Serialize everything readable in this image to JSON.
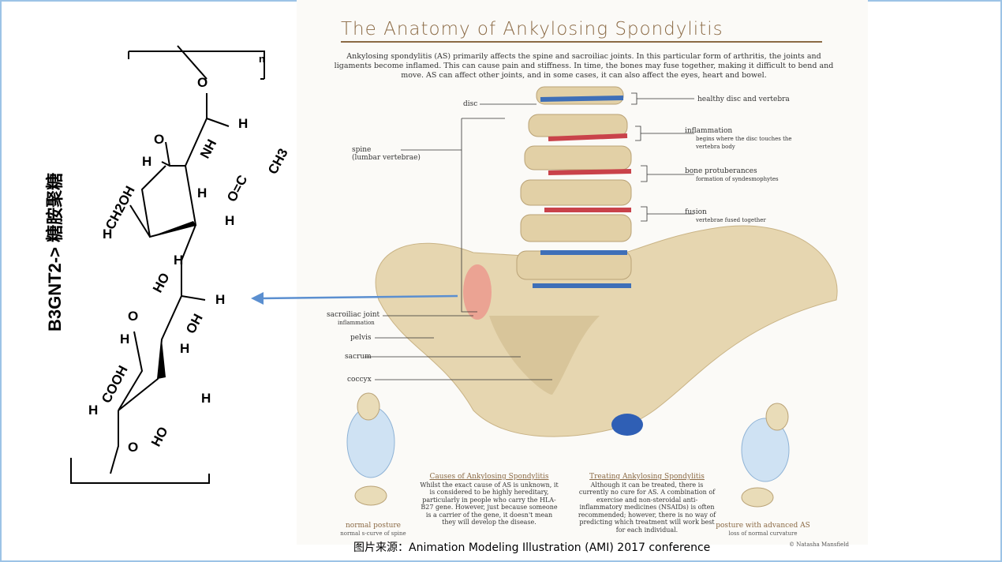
{
  "chem": {
    "labels": [
      "O",
      "n",
      "H",
      "NH",
      "O",
      "H",
      "CH3",
      "O=C",
      "CH2OH",
      "H",
      "H",
      "H",
      "H",
      "HO",
      "O",
      "H",
      "H",
      "OH",
      "H",
      "COOH",
      "H",
      "H",
      "HO",
      "O"
    ],
    "side_label": "B3GNT2-> 糖胺聚糖"
  },
  "poster": {
    "title": "The Anatomy of Ankylosing Spondylitis",
    "intro": "Ankylosing spondylitis (AS) primarily affects the spine and sacroiliac joints. In this particular form of arthritis, the joints and ligaments become inflamed. This can cause pain and stiffness. In time, the bones may fuse together, making it difficult to bend and move. AS can affect other joints, and in some cases, it can also affect the eyes, heart and bowel.",
    "left_labels": {
      "disc": "disc",
      "spine": "spine",
      "spine_sub": "(lumbar vertebrae)",
      "si": "sacroiliac joint",
      "si_sub": "inflammation",
      "pelvis": "pelvis",
      "sacrum": "sacrum",
      "coccyx": "coccyx"
    },
    "right_labels": [
      {
        "title": "healthy disc and vertebra",
        "sub": ""
      },
      {
        "title": "inflammation",
        "sub": "begins where the disc touches the vertebra body"
      },
      {
        "title": "bone protuberances",
        "sub": "formation of syndesmophytes"
      },
      {
        "title": "fusion",
        "sub": "vertebrae fused together"
      }
    ],
    "causes": {
      "title": "Causes of Ankylosing Spondylitis",
      "text": "Whilst the exact cause of AS is unknown, it is considered to be highly hereditary, particularly in people who carry the HLA-B27 gene. However, just because someone is a carrier of the gene, it doesn't mean they will develop the disease."
    },
    "treating": {
      "title": "Treating Ankylosing Spondylitis",
      "text": "Although it can be treated, there is currently no cure for AS. A combination of exercise and non-steroidal anti-inflammatory medicines (NSAIDs) is often recommended; however, there is no way of predicting which treatment will work best for each individual."
    },
    "normal": {
      "title": "normal posture",
      "sub": "normal s-curve of spine"
    },
    "advanced": {
      "title": "posture with advanced AS",
      "sub": "loss of normal curvature"
    },
    "copyright": "© Natasha Mansfield"
  },
  "caption": "图片来源：Animation Modeling Illustration (AMI) 2017 conference"
}
